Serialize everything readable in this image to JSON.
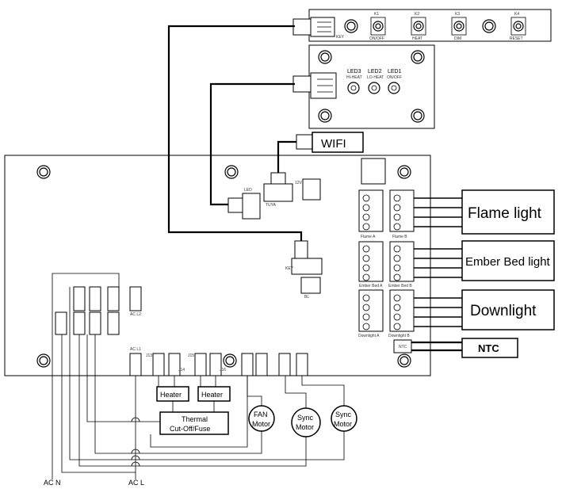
{
  "labels": {
    "wifi": "WIFI",
    "flame_light": "Flame light",
    "ember_bed_light": "Ember Bed light",
    "downlight": "Downlight",
    "ntc": "NTC",
    "heater_1": "Heater",
    "heater_2": "Heater",
    "thermal_line1": "Thermal",
    "thermal_line2": "Cut-Off/Fuse",
    "fan_line1": "FAN",
    "fan_line2": "Motor",
    "sync1_line1": "Sync",
    "sync1_line2": "Motor",
    "sync2_line1": "Sync",
    "sync2_line2": "Motor",
    "ac_n": "AC N",
    "ac_l": "AC L"
  },
  "key_board": {
    "key": "KEY",
    "k1": "K1",
    "k1_sub": "ON/OFF",
    "k2": "K2",
    "k2_sub": "HEAT",
    "k3": "K3",
    "k3_sub": "DIM",
    "k4": "K4",
    "k4_sub": "RESET"
  },
  "led_board": {
    "led3": "LED3",
    "led3_sub": "HI-HEAT",
    "led2": "LED2",
    "led2_sub": "LO-HEAT",
    "led1": "LED1",
    "led1_sub": "ON/OFF"
  },
  "main_board": {
    "led": "LED",
    "tuya": "TUYA",
    "twelve_v": "12V",
    "key": "KEY",
    "flame_a": "Flame A",
    "flame_b": "Flame B",
    "ember_a": "Ember Bed A",
    "ember_b": "Ember Bed B",
    "down_a": "Downlight A",
    "down_b": "Downlight B",
    "ntc_small": "NTC",
    "ac_l2": "AC L2",
    "ac_l1": "AC L1",
    "j13": "J13",
    "j14": "J14",
    "j15": "J15",
    "j16": "J16",
    "bl": "BL"
  }
}
